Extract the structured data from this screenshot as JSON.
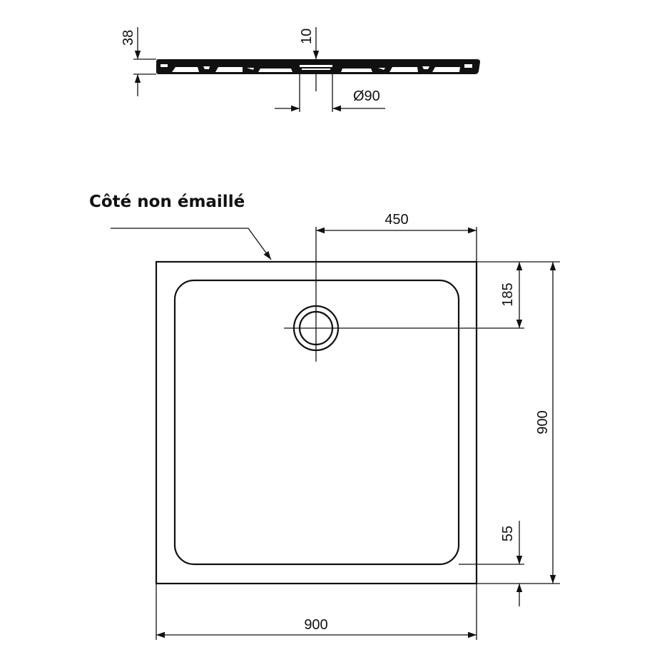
{
  "label": "Côté non émaillé",
  "profile": {
    "height": "38",
    "drain_depth": "10",
    "drain_diameter": "Ø90"
  },
  "plan": {
    "drain_offset_x": "450",
    "drain_offset_y": "185",
    "depth": "900",
    "width": "900",
    "rim": "55"
  }
}
